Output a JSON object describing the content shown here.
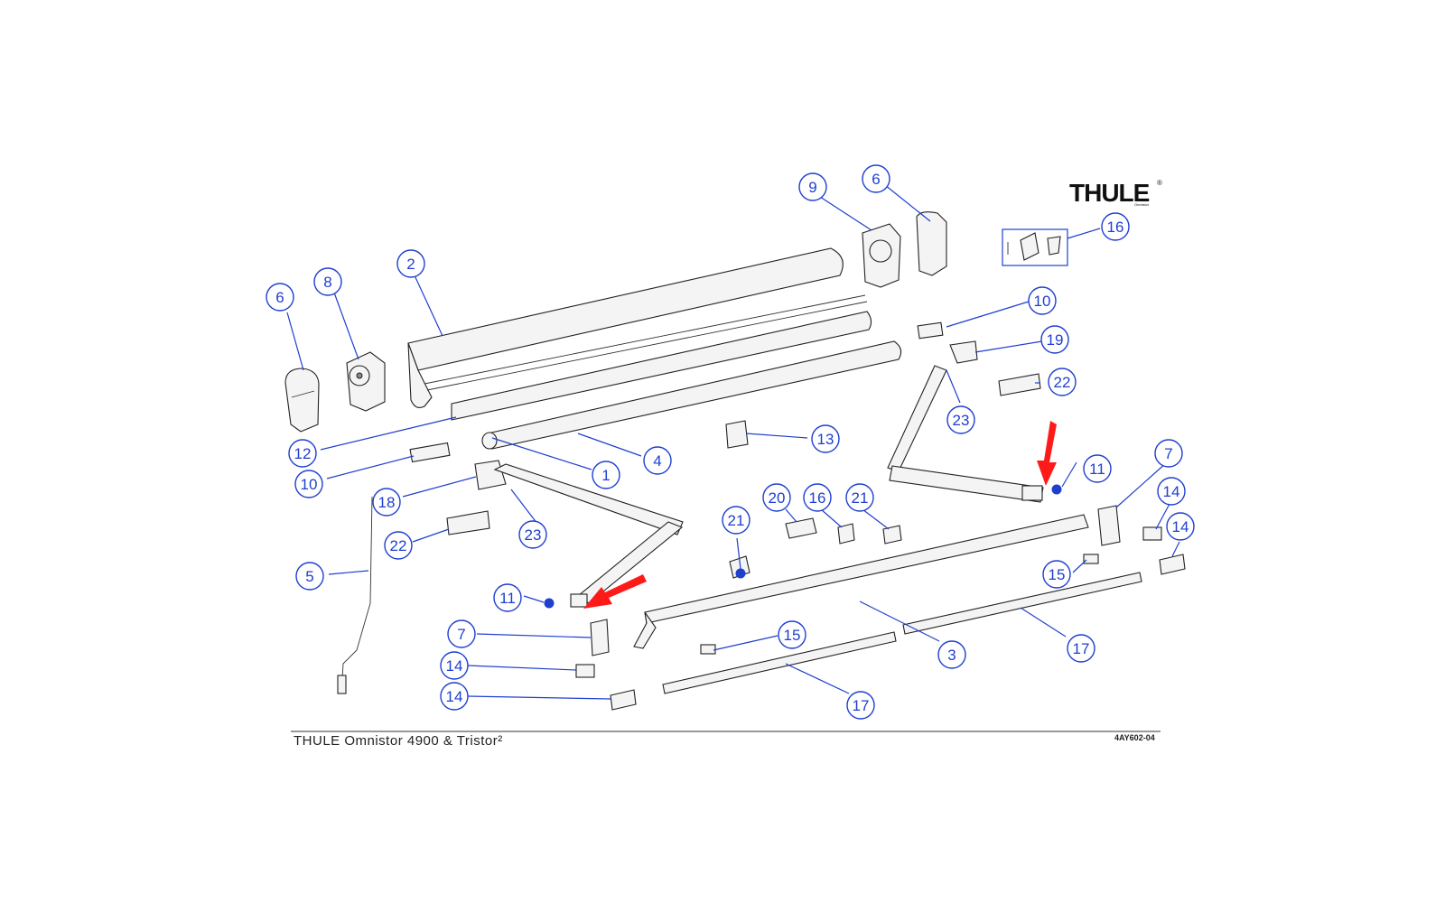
{
  "brand": {
    "logo_text": "THULE",
    "logo_sub": "Omnistor",
    "registered": "®"
  },
  "footer": {
    "title": "THULE Omnistor 4900 & Tristor²",
    "code": "4AY602-04"
  },
  "colors": {
    "callout": "#1f3fcf",
    "highlight_arrow": "#ff1a1a",
    "line": "#222222"
  },
  "callouts": [
    {
      "id": "c-9",
      "label": "9"
    },
    {
      "id": "c-6a",
      "label": "6"
    },
    {
      "id": "c-16a",
      "label": "16"
    },
    {
      "id": "c-2",
      "label": "2"
    },
    {
      "id": "c-6b",
      "label": "6"
    },
    {
      "id": "c-8",
      "label": "8"
    },
    {
      "id": "c-10a",
      "label": "10"
    },
    {
      "id": "c-19",
      "label": "19"
    },
    {
      "id": "c-22a",
      "label": "22"
    },
    {
      "id": "c-23a",
      "label": "23"
    },
    {
      "id": "c-12",
      "label": "12"
    },
    {
      "id": "c-13",
      "label": "13"
    },
    {
      "id": "c-4",
      "label": "4"
    },
    {
      "id": "c-1",
      "label": "1"
    },
    {
      "id": "c-10b",
      "label": "10"
    },
    {
      "id": "c-11a",
      "label": "11"
    },
    {
      "id": "c-7a",
      "label": "7"
    },
    {
      "id": "c-18",
      "label": "18"
    },
    {
      "id": "c-23b",
      "label": "23"
    },
    {
      "id": "c-20",
      "label": "20"
    },
    {
      "id": "c-16b",
      "label": "16"
    },
    {
      "id": "c-21a",
      "label": "21"
    },
    {
      "id": "c-14a",
      "label": "14"
    },
    {
      "id": "c-21b",
      "label": "21"
    },
    {
      "id": "c-22b",
      "label": "22"
    },
    {
      "id": "c-14b",
      "label": "14"
    },
    {
      "id": "c-5",
      "label": "5"
    },
    {
      "id": "c-15a",
      "label": "15"
    },
    {
      "id": "c-11b",
      "label": "11"
    },
    {
      "id": "c-7b",
      "label": "7"
    },
    {
      "id": "c-15b",
      "label": "15"
    },
    {
      "id": "c-14c",
      "label": "14"
    },
    {
      "id": "c-3",
      "label": "3"
    },
    {
      "id": "c-17a",
      "label": "17"
    },
    {
      "id": "c-14d",
      "label": "14"
    },
    {
      "id": "c-17b",
      "label": "17"
    }
  ]
}
